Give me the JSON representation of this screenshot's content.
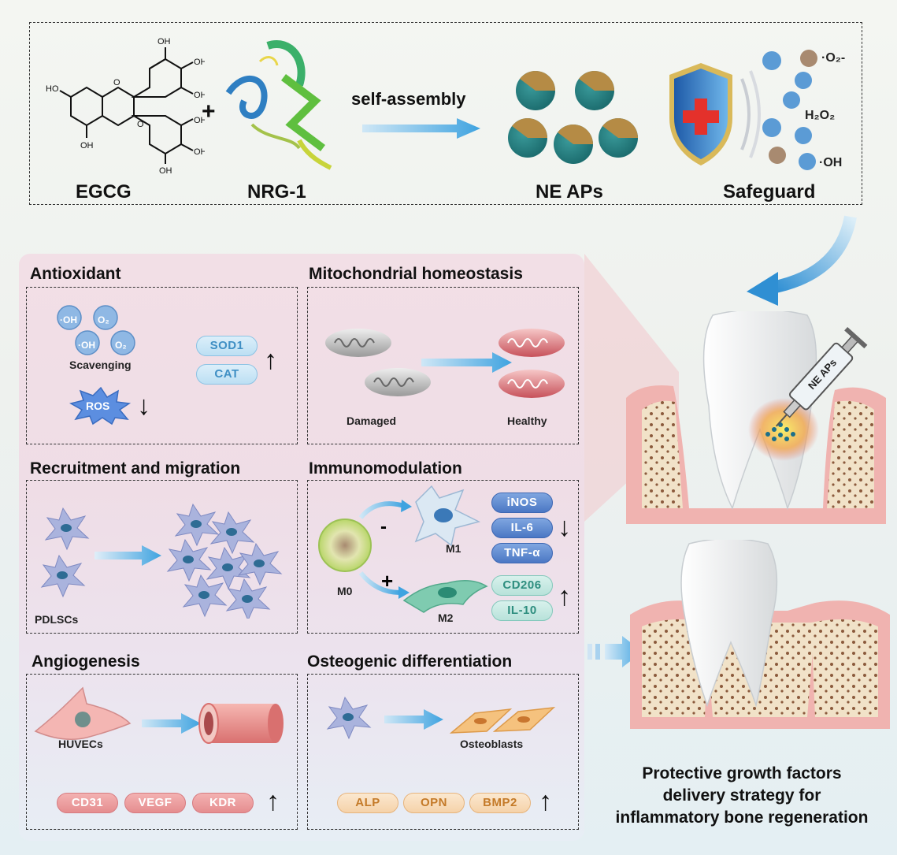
{
  "top": {
    "egcg_label": "EGCG",
    "nrg_label": "NRG-1",
    "plus": "+",
    "process_label": "self-assembly",
    "product_label": "NE APs",
    "shield_label": "Safeguard",
    "ros_labels": {
      "superoxide": "·O₂-",
      "peroxide": "H₂O₂",
      "hydroxyl": "·OH"
    }
  },
  "antioxidant": {
    "title": "Antioxidant",
    "radicals": [
      "·OH",
      "O₂",
      "·OH",
      "O₂"
    ],
    "scavenging": "Scavenging",
    "ros": "ROS",
    "markers": [
      "SOD1",
      "CAT"
    ],
    "up": "↑",
    "down": "↓"
  },
  "mito": {
    "title": "Mitochondrial homeostasis",
    "damaged": "Damaged",
    "healthy": "Healthy"
  },
  "recruit": {
    "title": "Recruitment  and migration",
    "cell_label": "PDLSCs"
  },
  "immuno": {
    "title": "Immunomodulation",
    "m0": "M0",
    "m1": "M1",
    "m2": "M2",
    "minus": "-",
    "plus": "+",
    "m1_markers": [
      "iNOS",
      "IL-6",
      "TNF-α"
    ],
    "m2_markers": [
      "CD206",
      "IL-10"
    ],
    "down": "↓",
    "up": "↑"
  },
  "angio": {
    "title": "Angiogenesis",
    "cell_label": "HUVECs",
    "markers": [
      "CD31",
      "VEGF",
      "KDR"
    ],
    "up": "↑"
  },
  "osteo": {
    "title": "Osteogenic differentiation",
    "cell_label": "Osteoblasts",
    "markers": [
      "ALP",
      "OPN",
      "BMP2"
    ],
    "up": "↑"
  },
  "syringe_label": "NE APs",
  "strategy_text": [
    "Protective growth factors",
    "delivery strategy for",
    "inflammatory bone regeneration"
  ],
  "colors": {
    "arrow_blue": "#3fa3e0",
    "gum_pink": "#f0b3b0",
    "bone_beige": "#f1e2c8",
    "bone_dot": "#8b5a3c"
  }
}
